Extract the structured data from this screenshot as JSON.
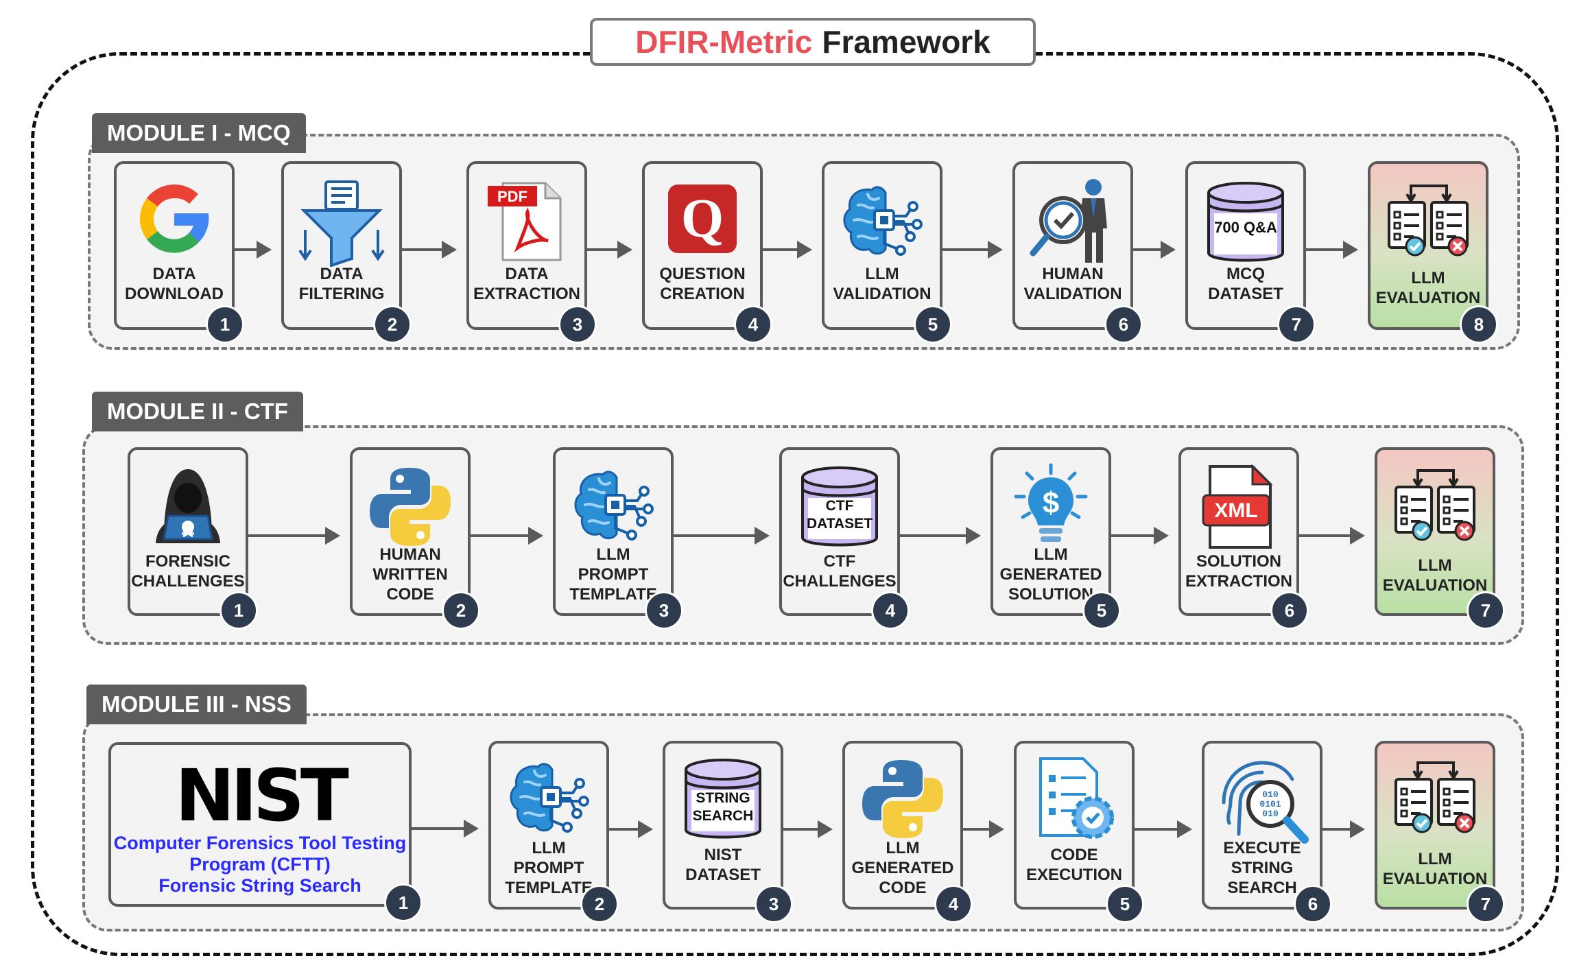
{
  "title": {
    "accent": "DFIR-Metric",
    "rest": "Framework"
  },
  "colors": {
    "title_accent": "#e8515a",
    "badge": "#2e3b4e",
    "tab": "#5d5d5d",
    "nist_text": "#2b2bff",
    "db_lilac": "#c7b6f1"
  },
  "modules": [
    {
      "tab": "MODULE I - MCQ",
      "steps": [
        {
          "label_lines": [
            "DATA",
            "DOWNLOAD"
          ],
          "icon": "google-icon",
          "badge": "1"
        },
        {
          "label_lines": [
            "DATA",
            "FILTERING"
          ],
          "icon": "funnel-icon",
          "badge": "2"
        },
        {
          "label_lines": [
            "DATA",
            "EXTRACTION"
          ],
          "icon": "pdf-icon",
          "icon_text": "PDF",
          "badge": "3"
        },
        {
          "label_lines": [
            "QUESTION",
            "CREATION"
          ],
          "icon": "quora-icon",
          "icon_text": "Q",
          "badge": "4"
        },
        {
          "label_lines": [
            "LLM",
            "VALIDATION"
          ],
          "icon": "ai-brain-icon",
          "badge": "5"
        },
        {
          "label_lines": [
            "HUMAN",
            "VALIDATION"
          ],
          "icon": "human-inspect-icon",
          "badge": "6"
        },
        {
          "label_lines": [
            "MCQ",
            "DATASET"
          ],
          "icon": "database-icon",
          "db_lines": [
            "700 Q&A"
          ],
          "badge": "7"
        },
        {
          "label_lines": [
            "LLM",
            "EVALUATION"
          ],
          "icon": "evaluation-icon",
          "badge": "8"
        }
      ]
    },
    {
      "tab": "MODULE II - CTF",
      "steps": [
        {
          "label_lines": [
            "FORENSIC",
            "CHALLENGES"
          ],
          "icon": "hacker-icon",
          "badge": "1"
        },
        {
          "label_lines": [
            "HUMAN",
            "WRITTEN",
            "CODE"
          ],
          "icon": "python-icon",
          "badge": "2"
        },
        {
          "label_lines": [
            "LLM",
            "PROMPT",
            "TEMPLATE"
          ],
          "icon": "ai-brain-icon",
          "badge": "3"
        },
        {
          "label_lines": [
            "CTF",
            "CHALLENGES"
          ],
          "icon": "database-icon",
          "db_lines": [
            "CTF",
            "DATASET"
          ],
          "badge": "4"
        },
        {
          "label_lines": [
            "LLM",
            "GENERATED",
            "SOLUTION"
          ],
          "icon": "lightbulb-dollar-icon",
          "badge": "5"
        },
        {
          "label_lines": [
            "SOLUTION",
            "EXTRACTION"
          ],
          "icon": "xml-file-icon",
          "icon_text": "XML",
          "badge": "6"
        },
        {
          "label_lines": [
            "LLM",
            "EVALUATION"
          ],
          "icon": "evaluation-icon",
          "badge": "7"
        }
      ]
    },
    {
      "tab": "MODULE III - NSS",
      "nist": {
        "logo": "NIST",
        "lines": [
          "Computer Forensics Tool Testing",
          "Program (CFTT)",
          "Forensic String Search"
        ],
        "badge": "1"
      },
      "steps": [
        {
          "label_lines": [
            "LLM",
            "PROMPT",
            "TEMPLATE"
          ],
          "icon": "ai-brain-icon",
          "badge": "2"
        },
        {
          "label_lines": [
            "NIST",
            "DATASET"
          ],
          "icon": "database-icon",
          "db_lines": [
            "STRING",
            "SEARCH"
          ],
          "badge": "3"
        },
        {
          "label_lines": [
            "LLM",
            "GENERATED",
            "CODE"
          ],
          "icon": "python-icon",
          "badge": "4"
        },
        {
          "label_lines": [
            "CODE",
            "EXECUTION"
          ],
          "icon": "document-gear-icon",
          "badge": "5"
        },
        {
          "label_lines": [
            "EXECUTE",
            "STRING",
            "SEARCH"
          ],
          "icon": "fingerprint-search-icon",
          "icon_text": "010 0101 010",
          "badge": "6"
        },
        {
          "label_lines": [
            "LLM",
            "EVALUATION"
          ],
          "icon": "evaluation-icon",
          "badge": "7"
        }
      ]
    }
  ]
}
